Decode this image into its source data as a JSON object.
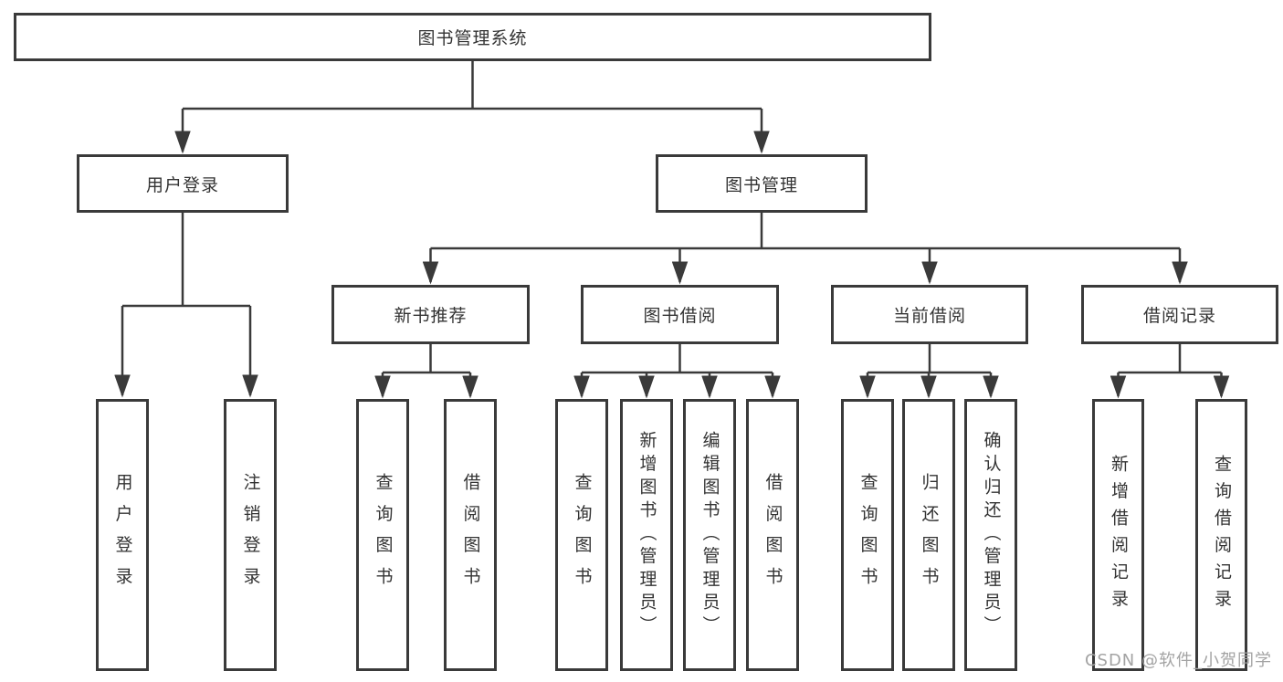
{
  "diagram": {
    "type": "hierarchy-tree",
    "tree": {
      "root": {
        "label": "图书管理系统",
        "children": [
          {
            "label": "用户登录",
            "children": [
              {
                "label": "用户登录"
              },
              {
                "label": "注销登录"
              }
            ]
          },
          {
            "label": "图书管理",
            "children": [
              {
                "label": "新书推荐",
                "children": [
                  {
                    "label": "查询图书"
                  },
                  {
                    "label": "借阅图书"
                  }
                ]
              },
              {
                "label": "图书借阅",
                "children": [
                  {
                    "label": "查询图书"
                  },
                  {
                    "label": "新增图书（管理员）"
                  },
                  {
                    "label": "编辑图书（管理员）"
                  },
                  {
                    "label": "借阅图书"
                  }
                ]
              },
              {
                "label": "当前借阅",
                "children": [
                  {
                    "label": "查询图书"
                  },
                  {
                    "label": "归还图书"
                  },
                  {
                    "label": "确认归还（管理员）"
                  }
                ]
              },
              {
                "label": "借阅记录",
                "children": [
                  {
                    "label": "新增借阅记录"
                  },
                  {
                    "label": "查询借阅记录"
                  }
                ]
              }
            ]
          }
        ]
      }
    },
    "colors": {
      "line": "#3a3a3a",
      "box_border": "#3a3a3a",
      "box_background": "#ffffff",
      "text": "#333333",
      "watermark": "#a3a3a3",
      "page_background": "#ffffff"
    }
  },
  "watermark": {
    "text": "CSDN @软件_小贺同学"
  }
}
